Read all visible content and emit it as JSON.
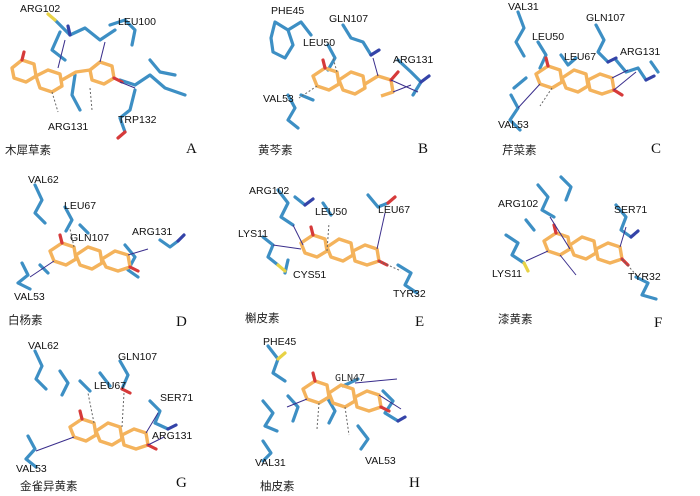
{
  "colors": {
    "protein": "#3d8fc4",
    "ligand": "#f4b35c",
    "oxygen": "#d63a3a",
    "nitrogen": "#3443a8",
    "sulfur": "#e8d245",
    "hbond": "#3a2e8c",
    "contact": "#666666"
  },
  "panels": [
    {
      "letter": "A",
      "compound": "木犀草素",
      "residues": [
        "ARG102",
        "LEU100",
        "ARG131",
        "TRP132"
      ]
    },
    {
      "letter": "B",
      "compound": "黄芩素",
      "residues": [
        "PHE45",
        "GLN107",
        "LEU50",
        "ARG131",
        "VAL53"
      ]
    },
    {
      "letter": "C",
      "compound": "芹菜素",
      "residues": [
        "VAL31",
        "GLN107",
        "LEU50",
        "LEU67",
        "ARG131",
        "VAL53"
      ]
    },
    {
      "letter": "D",
      "compound": "白杨素",
      "residues": [
        "VAL62",
        "LEU67",
        "GLN107",
        "ARG131",
        "VAL53"
      ]
    },
    {
      "letter": "E",
      "compound": "槲皮素",
      "residues": [
        "ARG102",
        "LEU50",
        "LEU67",
        "LYS11",
        "CYS51",
        "TYR32"
      ]
    },
    {
      "letter": "F",
      "compound": "漆黄素",
      "residues": [
        "ARG102",
        "SER71",
        "LYS11",
        "TYR32"
      ]
    },
    {
      "letter": "G",
      "compound": "金雀异黄素",
      "residues": [
        "VAL62",
        "GLN107",
        "LEU67",
        "SER71",
        "ARG131",
        "VAL53"
      ]
    },
    {
      "letter": "H",
      "compound": "柚皮素",
      "residues": [
        "PHE45",
        "GLN47",
        "VAL31",
        "VAL53"
      ]
    }
  ]
}
